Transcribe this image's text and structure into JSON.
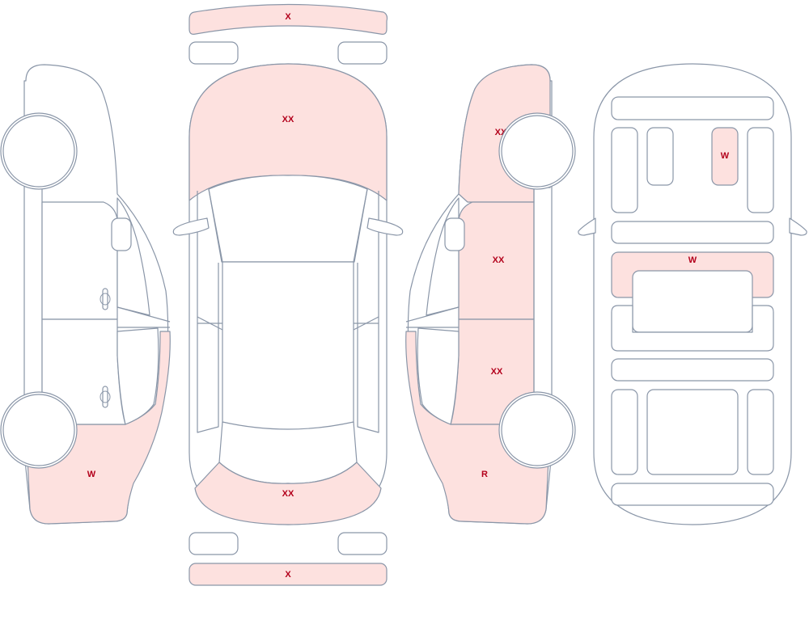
{
  "colors": {
    "damage_fill": "#fde1df",
    "clean_fill": "#ffffff",
    "outline": "#8a96a8",
    "label_text": "#b3001b"
  },
  "damage_codes": {
    "front_bumper": "X",
    "hood": "XX",
    "rear_hatch": "XX",
    "rear_bumper": "X",
    "left_rear_quarter": "W",
    "right_front_fender": "XX",
    "right_front_door": "XX",
    "right_rear_door": "XX",
    "right_rear_quarter": "R",
    "interior_front_seat": "W",
    "interior_console": "W"
  }
}
